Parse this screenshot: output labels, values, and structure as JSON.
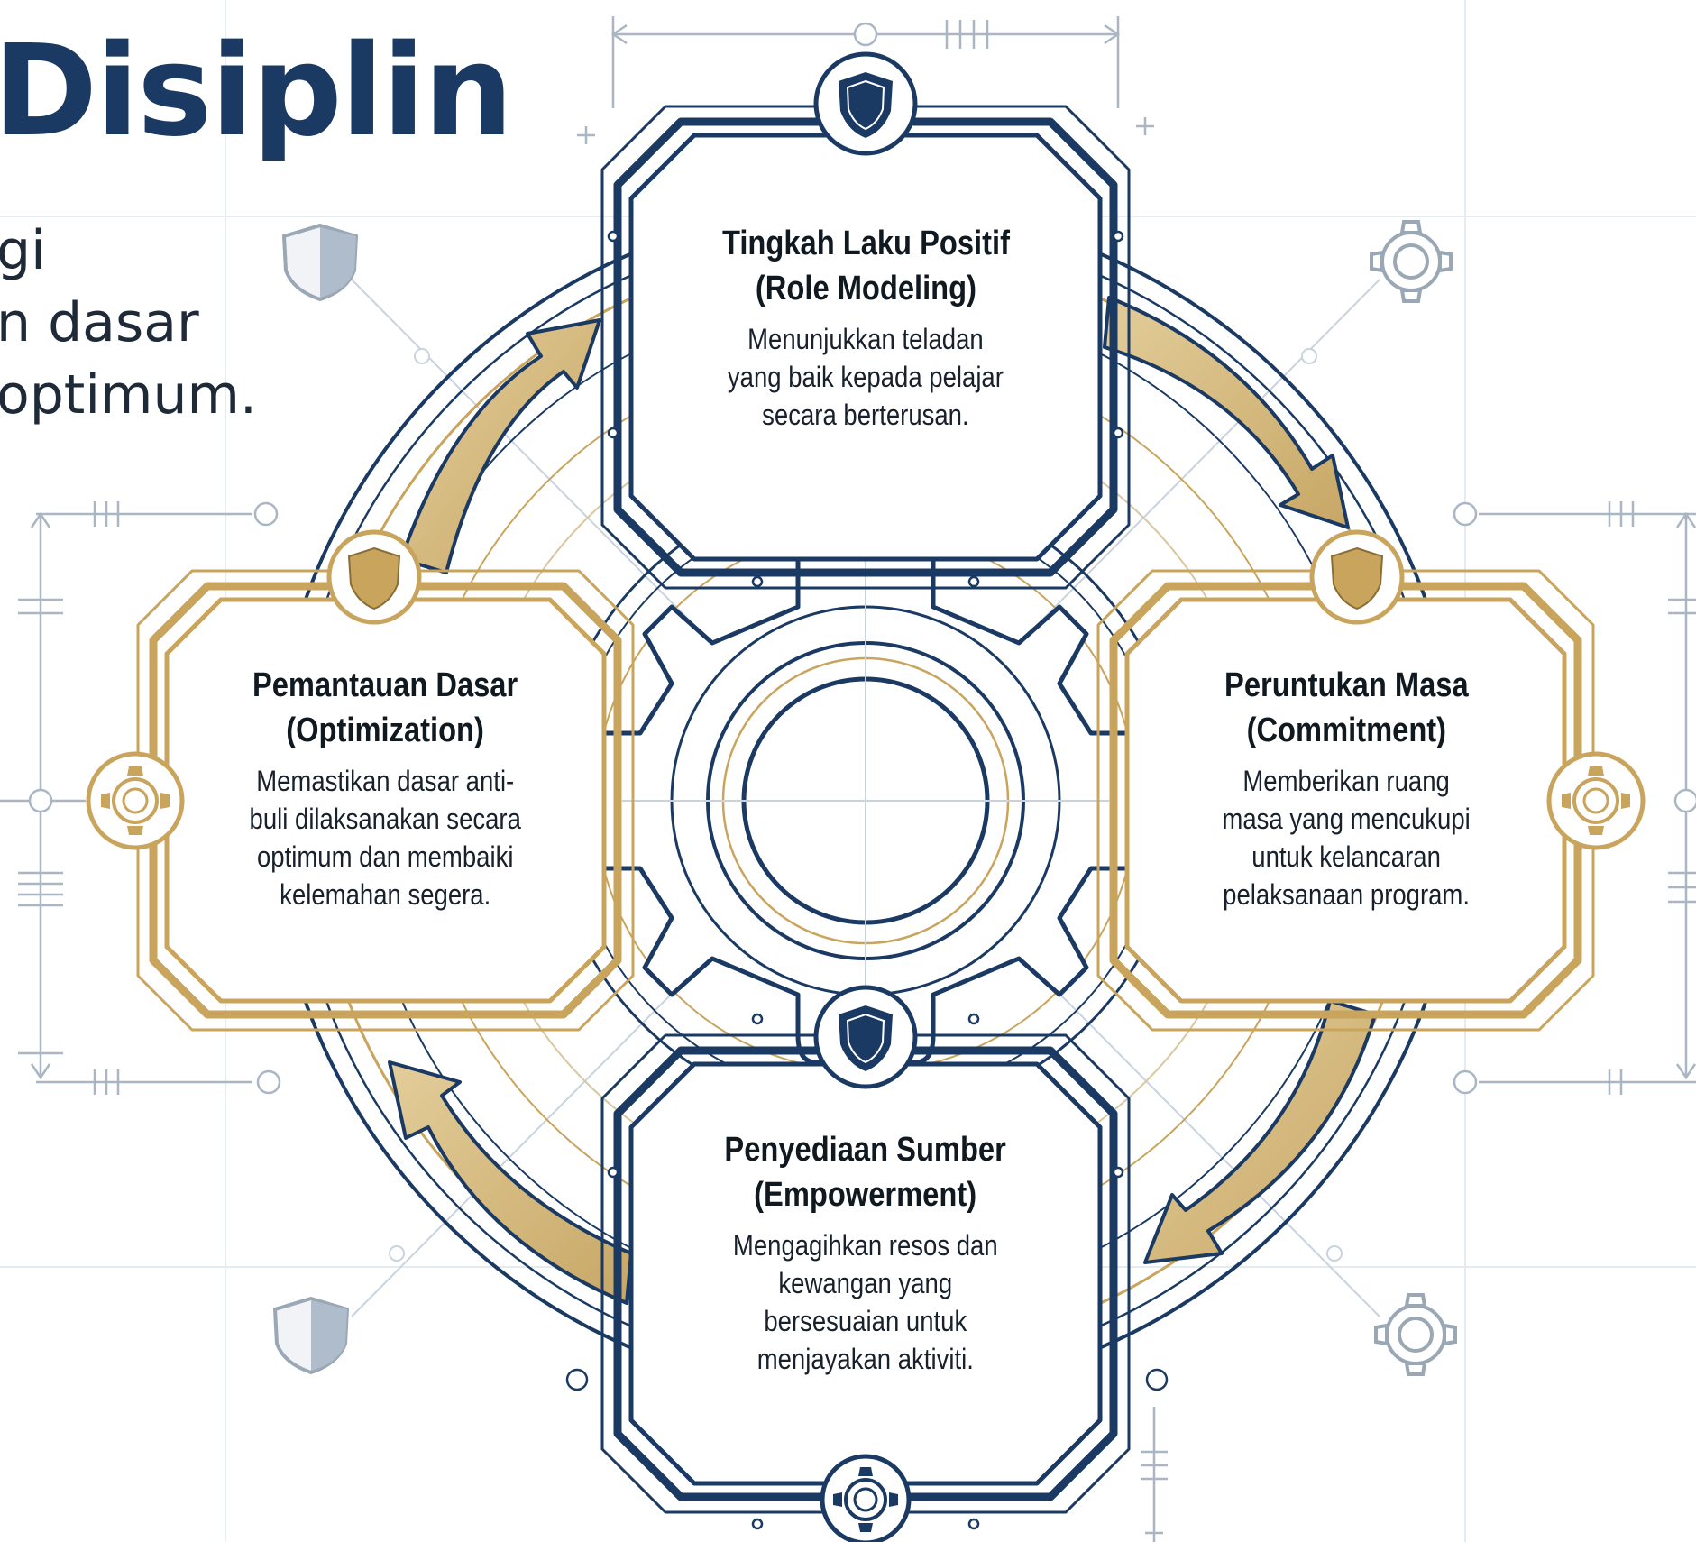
{
  "header": {
    "title": "Disiplin",
    "subtitle_lines": [
      "gi",
      "n dasar",
      "optimum."
    ]
  },
  "cards": [
    {
      "id": "top",
      "heading_line1": "Tingkah Laku Positif",
      "heading_line2": "(Role Modeling)",
      "desc_lines": [
        "Menunjukkan teladan",
        "yang baik kepada pelajar",
        "secara berterusan."
      ],
      "accent": "navy",
      "icon": "shield-icon"
    },
    {
      "id": "right",
      "heading_line1": "Peruntukan Masa",
      "heading_line2": "(Commitment)",
      "desc_lines": [
        "Memberikan ruang",
        "masa yang mencukupi",
        "untuk kelancaran",
        "pelaksanaan program."
      ],
      "accent": "gold",
      "icon": "shield-icon"
    },
    {
      "id": "bottom",
      "heading_line1": "Penyediaan Sumber",
      "heading_line2": "(Empowerment)",
      "desc_lines": [
        "Mengagihkan resos dan",
        "kewangan yang",
        "bersesuaian untuk",
        "menjayakan aktiviti."
      ],
      "accent": "navy",
      "icon": "gear-icon"
    },
    {
      "id": "left",
      "heading_line1": "Pemantauan Dasar",
      "heading_line2": "(Optimization)",
      "desc_lines": [
        "Memastikan dasar anti-",
        "buli dilaksanakan secara",
        "optimum dan membaiki",
        "kelemahan segera."
      ],
      "accent": "gold",
      "icon": "shield-icon"
    }
  ],
  "colors": {
    "navy": "#1b3a63",
    "gold": "#c9a45c",
    "gold_fill": "#d8bd84",
    "light_line": "#c9d3de"
  }
}
